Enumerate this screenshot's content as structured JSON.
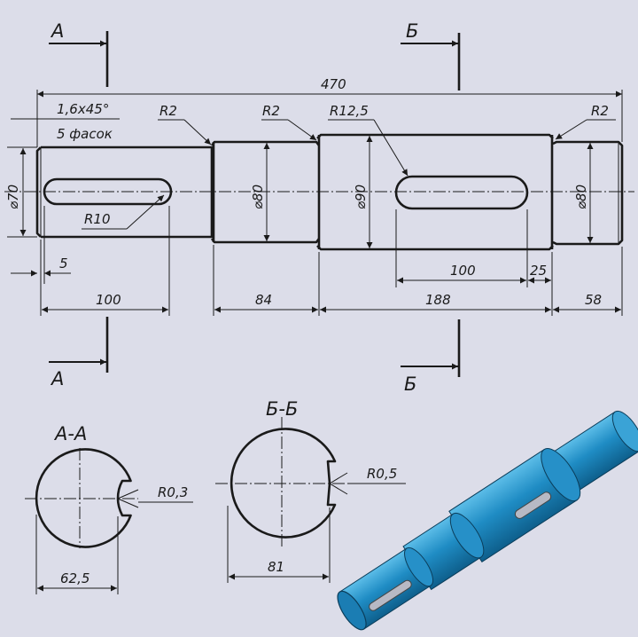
{
  "sections": {
    "a_label_top": "А",
    "a_label_bottom": "А",
    "b_label_top": "Б",
    "b_label_bottom": "Б",
    "aa_title": "А-А",
    "bb_title": "Б-Б"
  },
  "dimensions": {
    "overall": "470",
    "chamfer_line1": "1,6x45°",
    "chamfer_line2": "5 фасок",
    "r2_left": "R2",
    "r2_mid": "R2",
    "r12": "R12,5",
    "r2_right": "R2",
    "d70": "⌀70",
    "d80_left": "⌀80",
    "d90": "⌀90",
    "d80_right": "⌀80",
    "r10": "R10",
    "d5": "5",
    "slot_len_right": "100",
    "slot_offset": "25",
    "len_100": "100",
    "len_84": "84",
    "len_188": "188",
    "len_58": "58",
    "aa_radius": "R0,3",
    "aa_width": "62,5",
    "bb_radius": "R0,5",
    "bb_width": "81"
  },
  "colors": {
    "paper": "#dcdde9",
    "line": "#1a1a1a",
    "shaft_body": "#1f8cc4",
    "shaft_dark": "#0e5f8c",
    "shaft_light": "#5cbde8"
  }
}
